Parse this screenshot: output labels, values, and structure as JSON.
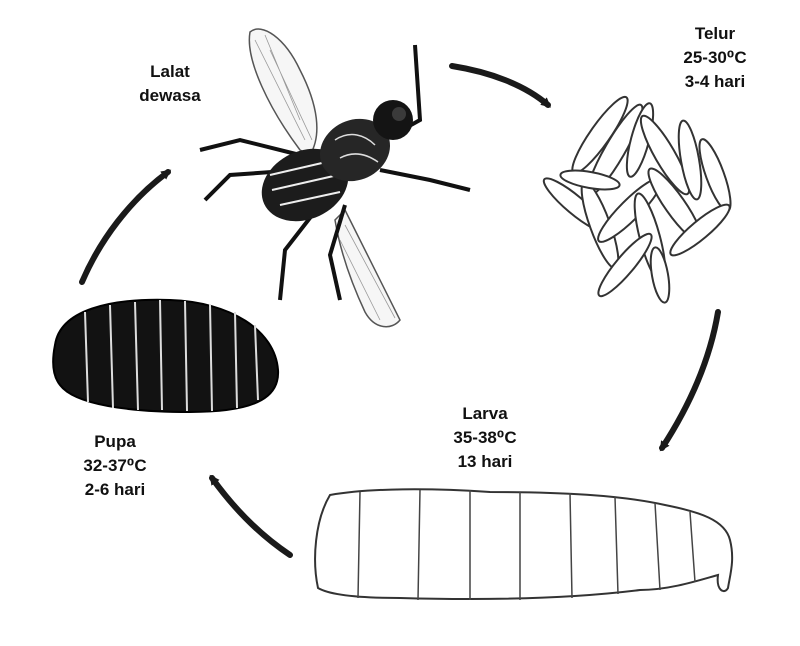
{
  "stages": {
    "adult": {
      "line1": "Lalat",
      "line2": "dewasa"
    },
    "egg": {
      "name": "Telur",
      "temp": "25-30⁰C",
      "duration": "3-4 hari"
    },
    "larva": {
      "name": "Larva",
      "temp": "35-38⁰C",
      "duration": "13 hari"
    },
    "pupa": {
      "name": "Pupa",
      "temp": "32-37⁰C",
      "duration": "2-6 hari"
    }
  }
}
